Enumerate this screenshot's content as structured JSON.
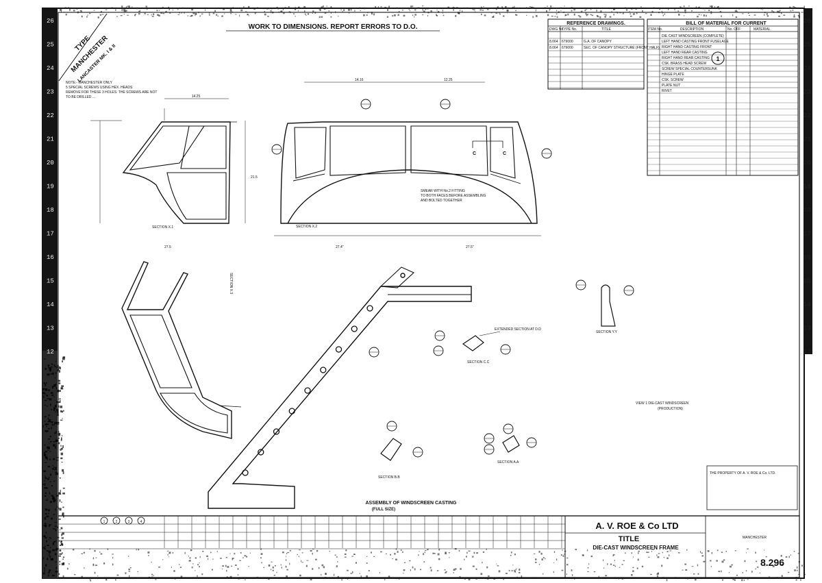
{
  "drawing": {
    "header": "WORK TO DIMENSIONS. REPORT ERRORS TO D.O.",
    "type_label": "TYPE",
    "type_name": "MANCHESTER",
    "type_sub": "LANCASTER MK. I & II",
    "note_lines": [
      "NOTE:- MANCHESTER ONLY",
      "5 SPECIAL SCREWS USING HEX. HEADS",
      "REMOVE FOR THESE 3 HOLES. THE SCREWS ARE NOT",
      "TO BE DRILLED ..."
    ]
  },
  "reference": {
    "title": "REFERENCE DRAWINGS.",
    "col_dwg": "DWG No.",
    "col_type": "TYPE No.",
    "col_title": "TITLE",
    "rows": [
      {
        "dwg": "8.064",
        "type": "679000",
        "title": "G.A. OF CANOPY"
      },
      {
        "dwg": "8.064",
        "type": "679000",
        "title": "SEC. OF CANOPY STRUCTURE (FRONT HALF)"
      }
    ]
  },
  "bill": {
    "title": "BILL OF MATERIAL FOR CURRENT",
    "col_item": "ITEM No.",
    "col_desc": "DESCRIPTION",
    "col_no": "No. OFF",
    "col_mat": "MATERIAL",
    "items": [
      "DIE CAST WINDSCREEN (COMPLETE)",
      "LEFT HAND CASTING FRONT FUSELAGE",
      "RIGHT HAND CASTING FRONT",
      "LEFT HAND REAR CASTING",
      "RIGHT HAND REAR CASTING",
      "CSK. BRASS HEAD SCREW",
      "SCREW SPECIAL COUNTERSUNK",
      "HINGE PLATE",
      "CSK. SCREW",
      "PLATE NUT",
      "RIVET"
    ],
    "circled_item": "1"
  },
  "views": {
    "section_x1": "SECTION X.1",
    "section_x2": "SECTION X.2",
    "section_x3": "SECTION X.3",
    "section_cc": "SECTION C.C",
    "section_aa": "SECTION A.A",
    "section_bb": "SECTION B.B",
    "section_yy": "SECTION Y.Y",
    "extended_section": "EXTENDED SECTION AT D.D",
    "assembly_title": "ASSEMBLY OF WINDSCREEN CASTING",
    "assembly_scale": "(FULL SIZE)",
    "view_note": "VIEW 1 DIE-CAST WINDSCREEN",
    "view_note_sub": "(PRODUCTION)",
    "sealing_note_1": "SMEAR WITH No.2 FITTING",
    "sealing_note_2": "TO BOTH FACES BEFORE ASSEMBLING",
    "sealing_note_3": "AND BOLTED TOGETHER",
    "dims": [
      "14.25",
      "14.16",
      "12.25",
      "27.5",
      "21.5",
      "27.4\"",
      "27.5\""
    ],
    "letter_c": "C"
  },
  "title_block": {
    "company": "A. V. ROE & Co LTD",
    "title_label": "TITLE",
    "title": "DIE-CAST WINDSCREEN FRAME",
    "location": "MANCHESTER",
    "drawing_no": "8.296",
    "side_note": "THE PROPERTY OF A. V. ROE & Co. LTD."
  },
  "margin_numbers": [
    "26",
    "25",
    "24",
    "23",
    "22",
    "21",
    "20",
    "19",
    "18",
    "17",
    "16",
    "15",
    "14",
    "13",
    "12"
  ],
  "issue_numbers": [
    "1",
    "2",
    "3",
    "4"
  ]
}
